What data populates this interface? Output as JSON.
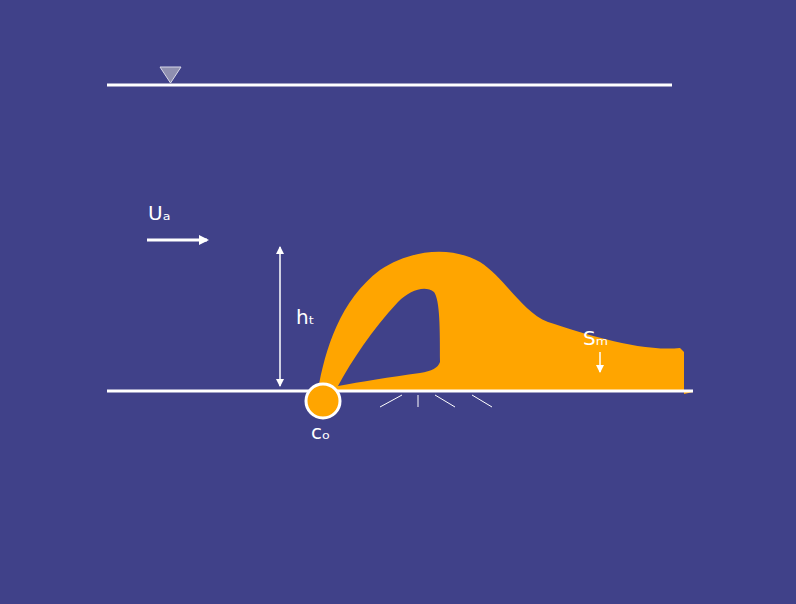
{
  "diagram": {
    "labels": [
      "Uₐ",
      "hₜ",
      "Sₘ",
      "cₒ"
    ]
  }
}
